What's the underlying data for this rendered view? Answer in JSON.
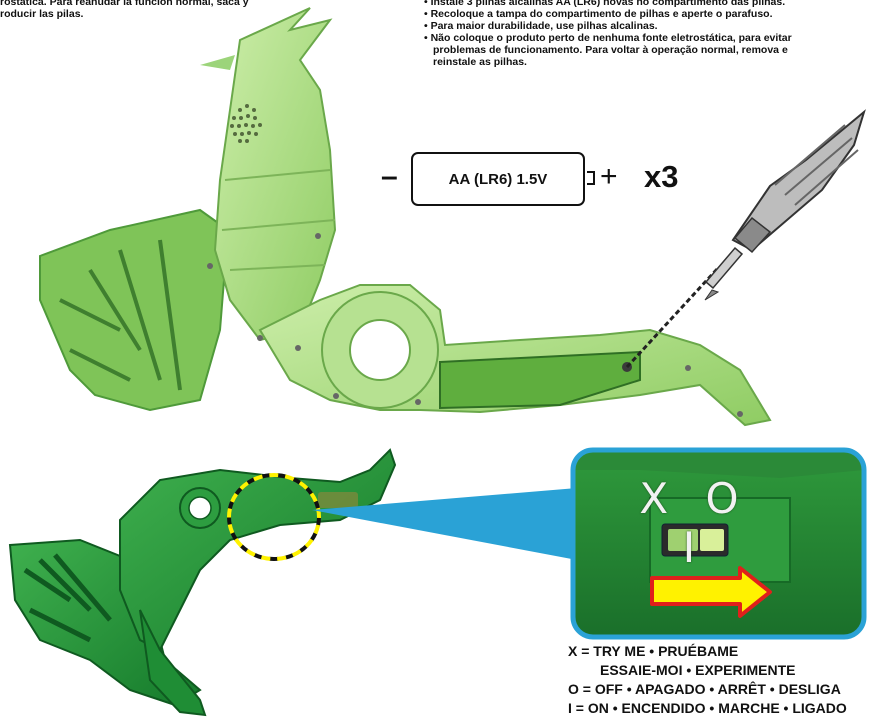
{
  "instructions_es": {
    "line1": "rostática. Para reanudar la función normal, saca y",
    "line2": "roducir las pilas."
  },
  "instructions_pt": {
    "line1": "• Instale 3 pilhas alcalinas AA (LR6) novas no compartimento das pilhas.",
    "line2": "• Recoloque a tampa do compartimento de pilhas e aperte o parafuso.",
    "line3": "• Para maior durabilidade, use pilhas alcalinas.",
    "line4": "• Não coloque o produto perto de nenhuma fonte eletrostática, para evitar",
    "line5": "problemas de funcionamento. Para voltar à operação normal, remova e",
    "line6": "reinstale as pilhas."
  },
  "battery": {
    "minus": "–",
    "label": "AA (LR6) 1.5V",
    "plus": "+",
    "quantity": "x3"
  },
  "switch_positions": "X O I",
  "legend": {
    "x_line1": "X = TRY ME • PRUÉBAME",
    "x_line2": "ESSAIE-MOI • EXPERIMENTE",
    "o_line": "O = OFF • APAGADO • ARRÊT • DESLIGA",
    "i_line": "I = ON • ENCENDIDO • MARCHE • LIGADO"
  },
  "colors": {
    "light_green": "#a9dc7e",
    "mid_green": "#79c052",
    "dark_green": "#1f8d35",
    "callout_blue": "#2aa2d6",
    "arrow_yellow": "#fff200",
    "arrow_red": "#e0201b",
    "screw_line": "#222222"
  }
}
